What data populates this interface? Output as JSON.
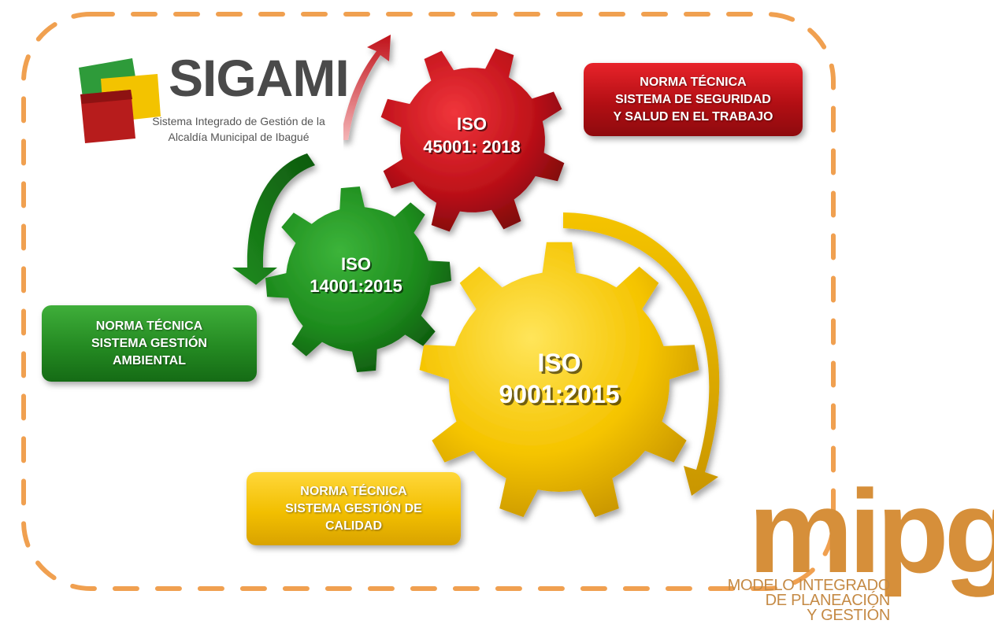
{
  "sigami": {
    "name": "SIGAMI",
    "subtitle": "Sistema Integrado de Gestión de la\nAlcaldía Municipal de Ibagué"
  },
  "gears": {
    "red": {
      "label_line1": "ISO",
      "label_line2": "45001: 2018",
      "color": "#c0121a"
    },
    "green": {
      "label_line1": "ISO",
      "label_line2": "14001:2015",
      "color": "#1e8c1e"
    },
    "yellow": {
      "label_line1": "ISO",
      "label_line2": "9001:2015",
      "color": "#f5c400"
    }
  },
  "boxes": {
    "red": "NORMA TÉCNICA\nSISTEMA DE SEGURIDAD\nY SALUD EN EL TRABAJO",
    "green": "NORMA TÉCNICA\nSISTEMA GESTIÓN\nAMBIENTAL",
    "yellow": "NORMA TÉCNICA\nSISTEMA GESTIÓN DE\nCALIDAD"
  },
  "mipg": {
    "logo_text": "mipg",
    "subtitle": "MODELO INTEGRADO\nDE PLANEACIÓN\nY GESTIÓN"
  },
  "colors": {
    "dashed_border": "#f0a050",
    "red": "#c0121a",
    "green": "#1e8c1e",
    "yellow": "#f5c400",
    "mipg": "#d68f3a"
  }
}
